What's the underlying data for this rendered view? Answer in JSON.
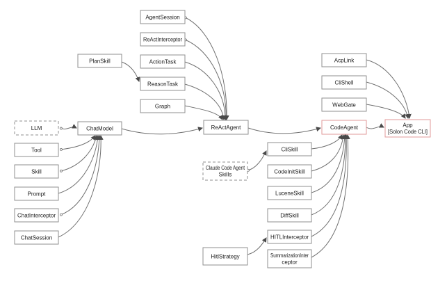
{
  "diagram": {
    "colors": {
      "background": "#ffffff",
      "node_border": "#8f8f8f",
      "accent_border": "#e09a9a",
      "edge": "#707070",
      "arrowhead": "#4a4a4a",
      "text": "#1a1a1a"
    },
    "nodes": [
      {
        "id": "agentsession",
        "label": "AgentSession",
        "variant": "solid"
      },
      {
        "id": "reactinterceptor",
        "label": "ReActInterceptor",
        "variant": "solid"
      },
      {
        "id": "actiontask",
        "label": "ActionTask",
        "variant": "solid"
      },
      {
        "id": "reasontask",
        "label": "ReasonTask",
        "variant": "solid"
      },
      {
        "id": "graph",
        "label": "Graph",
        "variant": "solid"
      },
      {
        "id": "planskill",
        "label": "PlanSkill",
        "variant": "solid"
      },
      {
        "id": "llm",
        "label": "LLM",
        "variant": "dashed"
      },
      {
        "id": "chatmodel",
        "label": "ChatModel",
        "variant": "solid"
      },
      {
        "id": "reactagent",
        "label": "ReActAgent",
        "variant": "solid"
      },
      {
        "id": "codeagent",
        "label": "CodeAgent",
        "variant": "red"
      },
      {
        "id": "app",
        "label": "App",
        "label2": "[Solon Code CLI]",
        "variant": "red"
      },
      {
        "id": "acplink",
        "label": "AcpLink",
        "variant": "solid"
      },
      {
        "id": "clishell",
        "label": "CliShell",
        "variant": "solid"
      },
      {
        "id": "webgate",
        "label": "WebGate",
        "variant": "solid"
      },
      {
        "id": "tool",
        "label": "Tool",
        "variant": "solid"
      },
      {
        "id": "skill",
        "label": "Skill",
        "variant": "solid"
      },
      {
        "id": "prompt",
        "label": "Prompt",
        "variant": "solid"
      },
      {
        "id": "chatinterceptor",
        "label": "ChatInterceptor",
        "variant": "solid"
      },
      {
        "id": "chatsession",
        "label": "ChatSession",
        "variant": "solid"
      },
      {
        "id": "cliskill",
        "label": "CliSkill",
        "variant": "solid"
      },
      {
        "id": "codeinitskill",
        "label": "CodeInitSkill",
        "variant": "solid"
      },
      {
        "id": "luceneskill",
        "label": "LuceneSkill",
        "variant": "solid"
      },
      {
        "id": "diffskill",
        "label": "DiffSkill",
        "variant": "solid"
      },
      {
        "id": "hitlinterceptor",
        "label": "HITLInterceptor",
        "variant": "solid"
      },
      {
        "id": "summarizationinterceptor",
        "label": "SummarizationInter",
        "label2": "ceptor",
        "variant": "solid"
      },
      {
        "id": "claudecodeagentskills",
        "label": "Claude Code Agent",
        "label2": "Skills",
        "variant": "dashed"
      },
      {
        "id": "hitlstrategy",
        "label": "HitlStrategy",
        "variant": "solid"
      }
    ],
    "edges": [
      {
        "from": "agentsession",
        "to": "reactagent",
        "dot_start": true
      },
      {
        "from": "reactinterceptor",
        "to": "reactagent",
        "dot_start": true
      },
      {
        "from": "actiontask",
        "to": "reactagent",
        "dot_start": false
      },
      {
        "from": "reasontask",
        "to": "reactagent",
        "dot_start": false
      },
      {
        "from": "graph",
        "to": "reactagent",
        "dot_start": false
      },
      {
        "from": "planskill",
        "to": "reasontask",
        "dot_start": false
      },
      {
        "from": "llm",
        "to": "chatmodel",
        "dot_start": true
      },
      {
        "from": "tool",
        "to": "chatmodel",
        "dot_start": true
      },
      {
        "from": "skill",
        "to": "chatmodel",
        "dot_start": true
      },
      {
        "from": "prompt",
        "to": "chatmodel",
        "dot_start": false
      },
      {
        "from": "chatinterceptor",
        "to": "chatmodel",
        "dot_start": true
      },
      {
        "from": "chatsession",
        "to": "chatmodel",
        "dot_start": false
      },
      {
        "from": "chatmodel",
        "to": "reactagent",
        "dot_start": false
      },
      {
        "from": "reactagent",
        "to": "codeagent",
        "dot_start": false
      },
      {
        "from": "cliskill",
        "to": "codeagent",
        "dot_start": false
      },
      {
        "from": "codeinitskill",
        "to": "codeagent",
        "dot_start": false
      },
      {
        "from": "luceneskill",
        "to": "codeagent",
        "dot_start": false
      },
      {
        "from": "diffskill",
        "to": "codeagent",
        "dot_start": false
      },
      {
        "from": "hitlinterceptor",
        "to": "codeagent",
        "dot_start": false
      },
      {
        "from": "summarizationinterceptor",
        "to": "codeagent",
        "dot_start": false
      },
      {
        "from": "claudecodeagentskills",
        "to": "cliskill",
        "dot_start": true
      },
      {
        "from": "hitlstrategy",
        "to": "hitlinterceptor",
        "dot_start": false
      },
      {
        "from": "acplink",
        "to": "app",
        "dot_start": false
      },
      {
        "from": "clishell",
        "to": "app",
        "dot_start": false
      },
      {
        "from": "webgate",
        "to": "app",
        "dot_start": false
      },
      {
        "from": "codeagent",
        "to": "app",
        "dot_start": false
      }
    ]
  }
}
